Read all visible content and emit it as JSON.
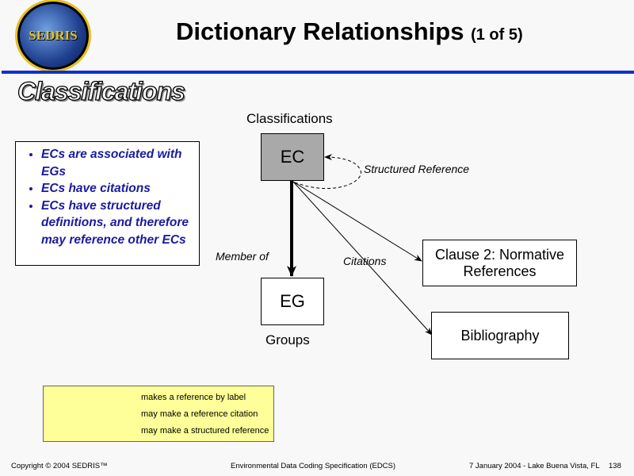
{
  "header": {
    "logo_text": "SEDRIS",
    "title": "Dictionary Relationships",
    "title_sub": "(1 of 5)"
  },
  "section_title": "Classifications",
  "bullets": [
    "ECs are associated with EGs",
    "ECs have citations",
    "ECs have structured definitions, and therefore may reference other ECs"
  ],
  "diagram": {
    "ec_label": "EC",
    "ec_caption": "Classifications",
    "eg_label": "EG",
    "eg_caption": "Groups",
    "clause_label": "Clause 2: Normative References",
    "bibliography_label": "Bibliography",
    "member_of": "Member of",
    "citations": "Citations",
    "structured_reference": "Structured Reference"
  },
  "legend": [
    "makes a reference by label",
    "may make a reference citation",
    "may make a structured reference"
  ],
  "footer": {
    "copyright": "Copyright © 2004 SEDRIS™",
    "spec": "Environmental Data Coding Specification (EDCS)",
    "date_place": "7 January 2004 - Lake Buena Vista, FL",
    "page": "138"
  },
  "colors": {
    "rule": "#1030d0",
    "bullet_text": "#1a1aa0",
    "legend_bg": "#ffff99",
    "ec_fill": "#a9a9a9"
  }
}
